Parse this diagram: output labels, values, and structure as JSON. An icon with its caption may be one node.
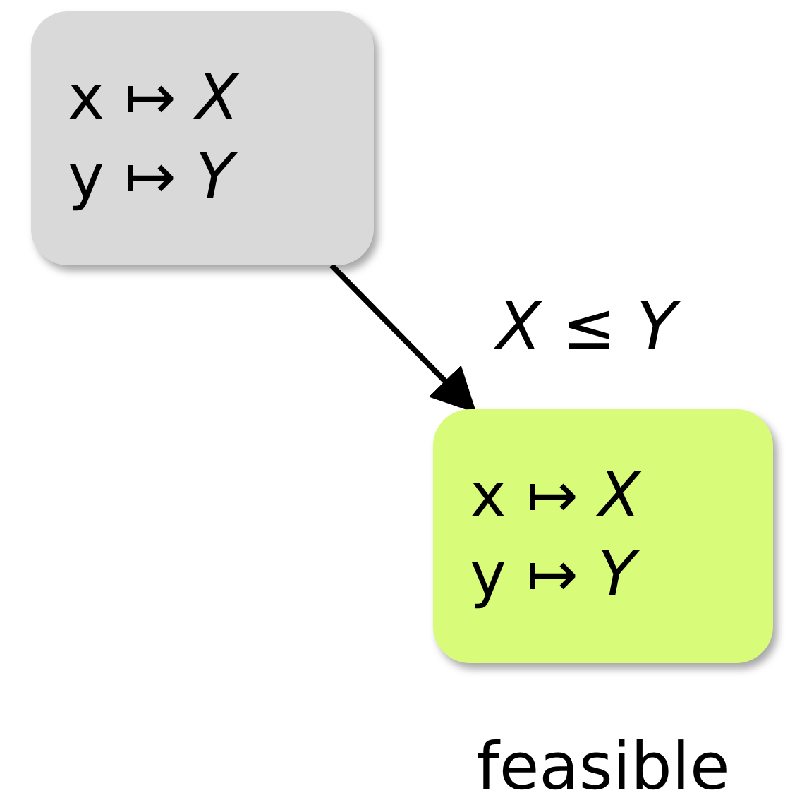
{
  "diagram": {
    "nodes": [
      {
        "text": [
          "x ↦ *X*",
          "y ↦ *Y*"
        ]
      },
      {
        "text": [
          "x ↦ *X*",
          "y ↦ *Y*"
        ],
        "beside": [
          "feasible"
        ]
      }
    ],
    "edges": [
      {
        "from": 0,
        "to": 1,
        "arrow": "to",
        "label": "*X* ≤ *Y*"
      }
    ]
  }
}
